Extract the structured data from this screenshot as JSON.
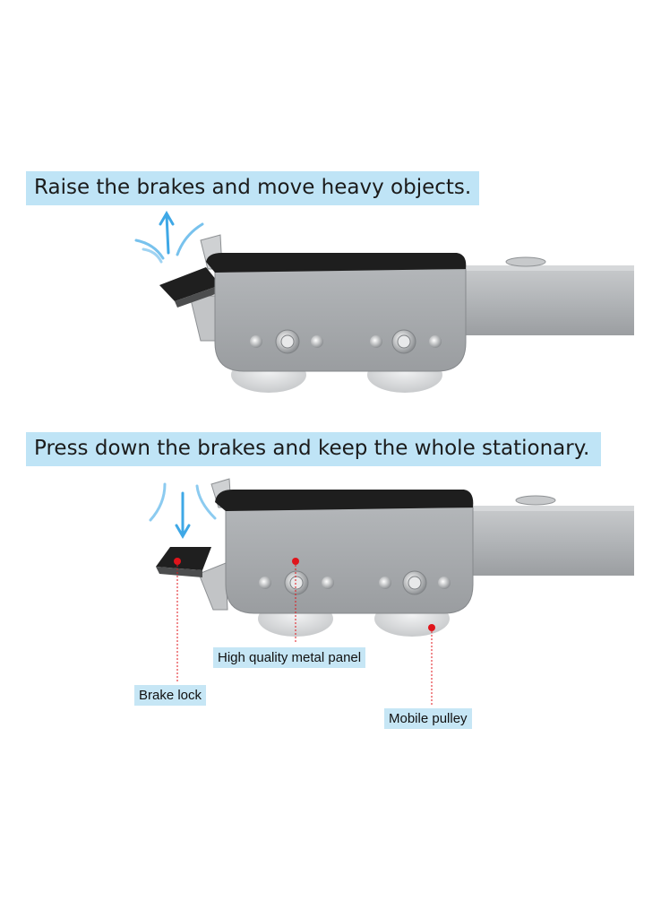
{
  "captions": {
    "top": "Raise the brakes and move heavy objects.",
    "bottom": "Press down the brakes and keep the whole stationary."
  },
  "labels": {
    "metal_panel": "High quality metal panel",
    "brake_lock": "Brake lock",
    "mobile_pulley": "Mobile pulley"
  },
  "colors": {
    "caption_bg": "#bfe4f6",
    "metal": "#a9acaf",
    "pad": "#1e1e1e",
    "marker": "#e0141b",
    "arrow": "#3fa8e6"
  }
}
